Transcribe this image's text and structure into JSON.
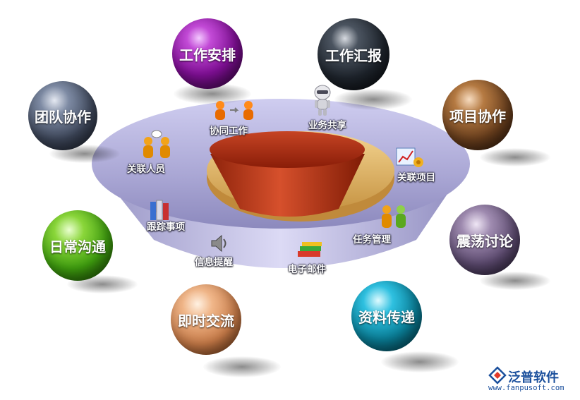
{
  "spheres": {
    "work_arrange": "工作安排",
    "work_report": "工作汇报",
    "team_collab": "团队协作",
    "project_collab": "项目协作",
    "daily_comm": "日常沟通",
    "brainstorm": "震荡讨论",
    "instant_comm": "即时交流",
    "data_transfer": "资料传递"
  },
  "inner": {
    "collab_work": "协同工作",
    "business_share": "业务共享",
    "related_people": "关联人员",
    "related_project": "关联项目",
    "track_items": "跟踪事项",
    "task_manage": "任务管理",
    "info_remind": "信息提醒",
    "email": "电子邮件"
  },
  "icons": {
    "collab_work": "people-arrow-icon",
    "business_share": "robot-icon",
    "related_people": "two-people-icon",
    "related_project": "chart-icon",
    "track_items": "books-icon",
    "task_manage": "people-icon",
    "info_remind": "speaker-icon",
    "email": "email-books-icon"
  },
  "brand": {
    "name": "泛普软件",
    "url": "www.fanpusoft.com"
  },
  "colors": {
    "bowl_center": "#b8321a",
    "ring": "#e0b060",
    "disc": "#b8b6de"
  }
}
